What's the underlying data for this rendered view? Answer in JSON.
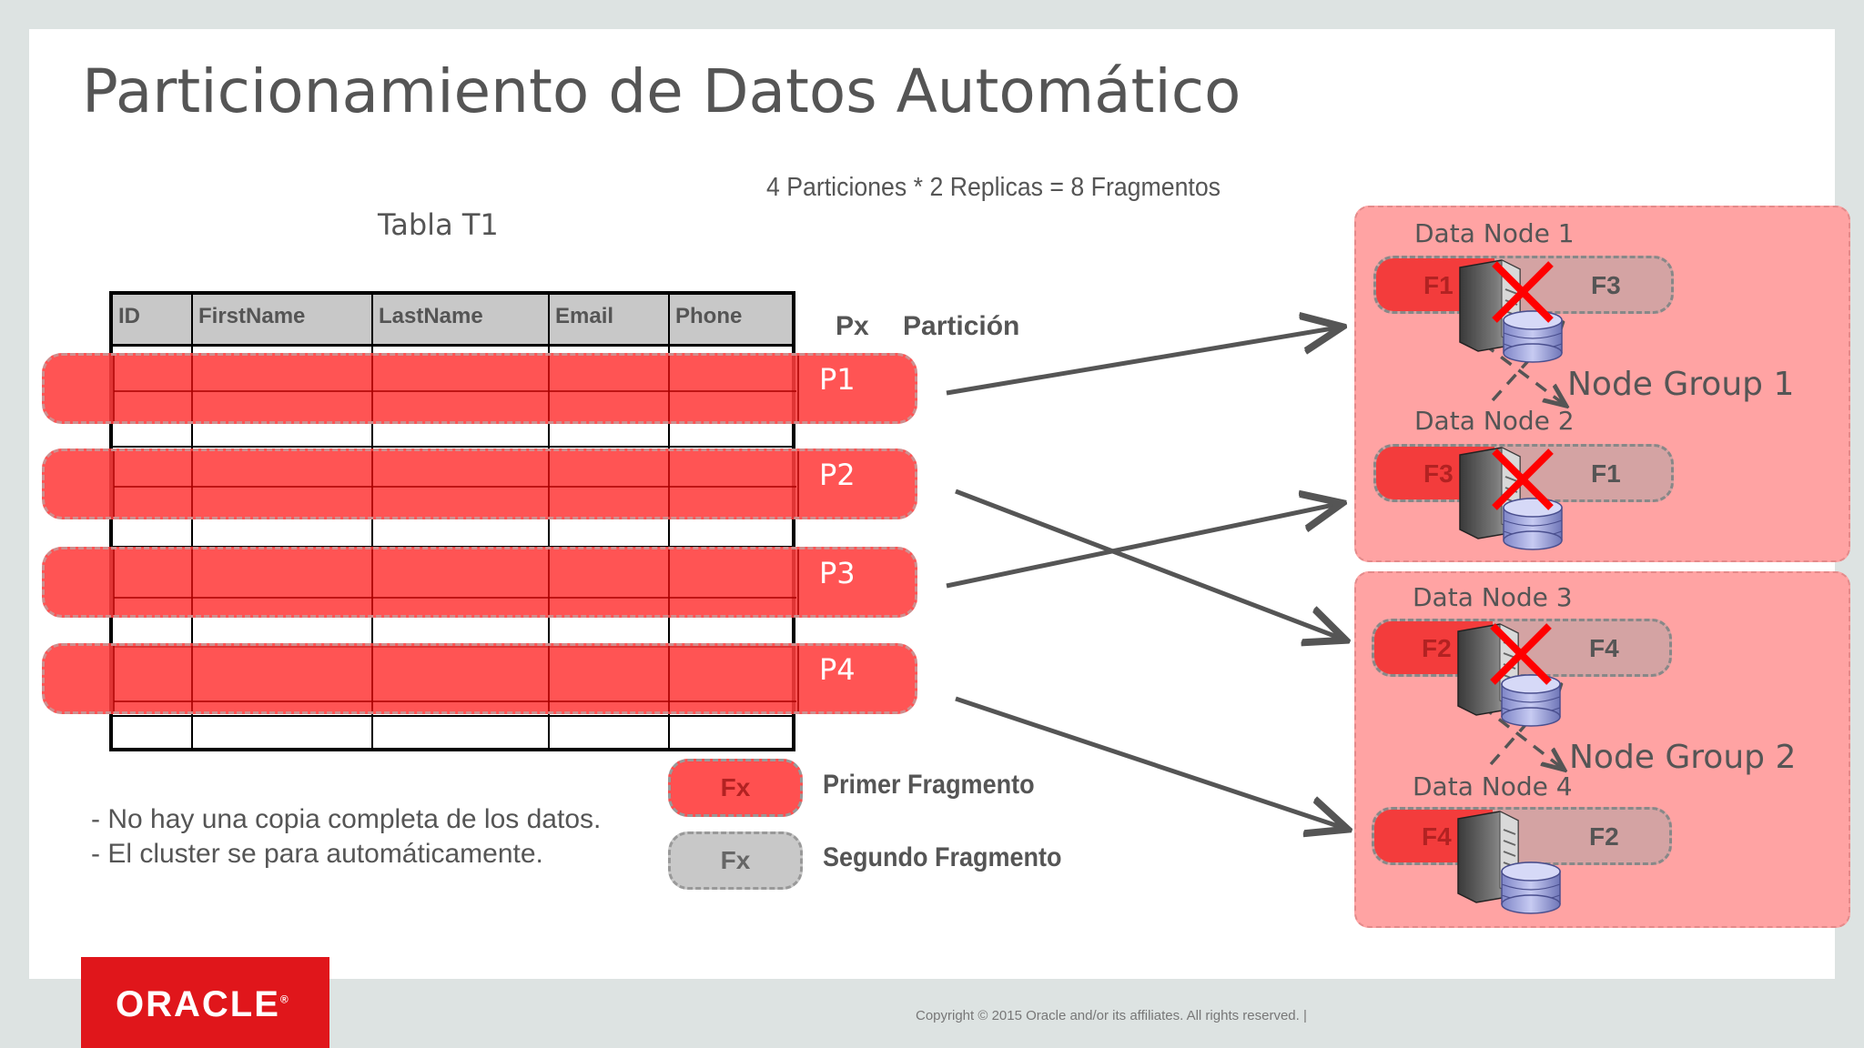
{
  "title": "Particionamiento de Datos Automático",
  "formula": "4 Particiones * 2 Replicas = 8 Fragmentos",
  "table": {
    "title": "Tabla T1",
    "headers": [
      "ID",
      "FirstName",
      "LastName",
      "Email",
      "Phone"
    ]
  },
  "columns": {
    "px": "Px",
    "partition": "Partición"
  },
  "partitions": [
    "P1",
    "P2",
    "P3",
    "P4"
  ],
  "node_groups": [
    {
      "label": "Node Group 1",
      "nodes": [
        {
          "label": "Data Node 1",
          "primary": "F1",
          "secondary": "F3"
        },
        {
          "label": "Data Node 2",
          "primary": "F3",
          "secondary": "F1"
        }
      ]
    },
    {
      "label": "Node Group 2",
      "nodes": [
        {
          "label": "Data Node 3",
          "primary": "F2",
          "secondary": "F4"
        },
        {
          "label": "Data Node 4",
          "primary": "F4",
          "secondary": "F2"
        }
      ]
    }
  ],
  "legend": {
    "primary_symbol": "Fx",
    "primary_label": "Primer Fragmento",
    "secondary_symbol": "Fx",
    "secondary_label": "Segundo Fragmento"
  },
  "notes": [
    "- No hay una copia completa de los datos.",
    "- El cluster se para automáticamente."
  ],
  "logo": "ORACLE",
  "copyright": "Copyright © 2015 Oracle and/or its affiliates. All rights reserved.  |",
  "colors": {
    "partition_red": "#ff3c3c",
    "node_group_bg": "#ffa3a3",
    "oracle_red": "#e0161b",
    "arrow": "#555555"
  }
}
